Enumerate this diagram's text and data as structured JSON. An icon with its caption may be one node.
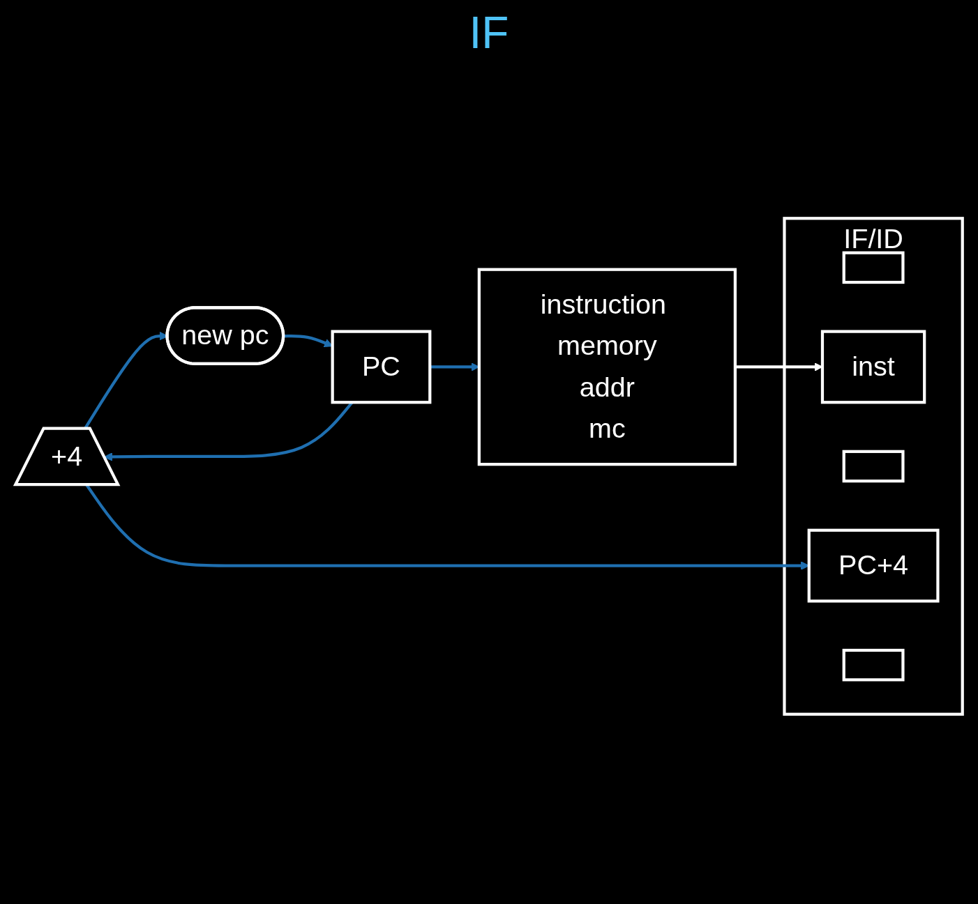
{
  "diagram": {
    "title": "IF",
    "nodes": [
      {
        "text": [
          "instruction memory",
          "addr",
          "mc"
        ]
      },
      {
        "text": [
          "+4"
        ]
      },
      {
        "text": [
          "PC"
        ]
      },
      {
        "text": [
          "new pc"
        ]
      },
      {
        "text": [
          "IF/ID"
        ]
      },
      {
        "text": [],
        "shape": "box",
        "in": 4
      },
      {
        "text": [
          "inst"
        ],
        "in": 4
      },
      {
        "text": [],
        "shape": "box",
        "in": 4
      },
      {
        "text": [
          "PC+4"
        ],
        "in": 4
      },
      {
        "text": [],
        "shape": "box",
        "in": 4
      }
    ],
    "edges": [
      {
        "from": 3,
        "to": 2,
        "arrow": "to"
      },
      {
        "from": 2,
        "to": 0,
        "arrow": "to"
      },
      {
        "from": 2,
        "to": 1,
        "arrow": "to"
      },
      {
        "from": 1,
        "to": 8,
        "arrow": "to"
      },
      {
        "from": 1,
        "to": 3,
        "arrow": "to"
      },
      {
        "from": 0,
        "to": 6,
        "arrow": "to",
        "color": "#ffffff"
      }
    ]
  }
}
